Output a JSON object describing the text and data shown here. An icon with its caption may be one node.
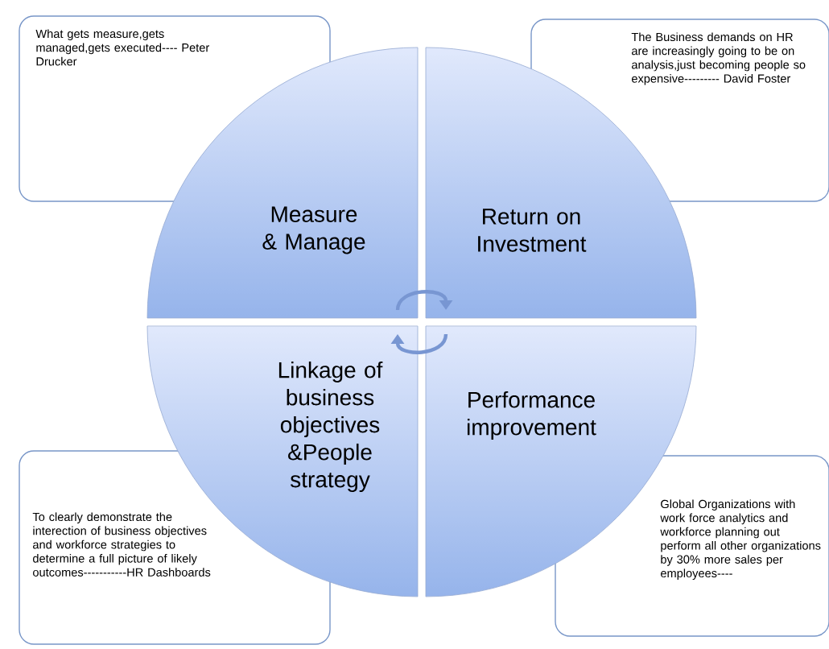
{
  "diagram": {
    "nodes": [
      {
        "text": [
          "What gets measure,gets managed,gets executed---- Peter Drucker"
        ]
      },
      {
        "text": [
          "The Business demands on HR are increasingly going to be on analysis,just becoming people so expensive--------- David Foster"
        ]
      },
      {
        "text": [
          "Measure & Manage"
        ]
      },
      {
        "text": [
          "Return on Investment"
        ]
      },
      {
        "text": [
          "Linkage of business objectives &People strategy"
        ]
      },
      {
        "text": [
          "Performance improvement"
        ]
      },
      {
        "text": [
          "To clearly demonstrate the interection of business objectives and workforce strategies to determine a full picture of likely outcomes-----------HR Dashboards"
        ]
      },
      {
        "text": [
          "Global Organizations with work force analytics and workforce planning out perform all other organizations by 30% more sales per employees----"
        ]
      }
    ],
    "edges": [
      {
        "from": 2,
        "to": 3,
        "arrow": "to"
      },
      {
        "from": 5,
        "to": 4,
        "arrow": "to"
      }
    ]
  }
}
